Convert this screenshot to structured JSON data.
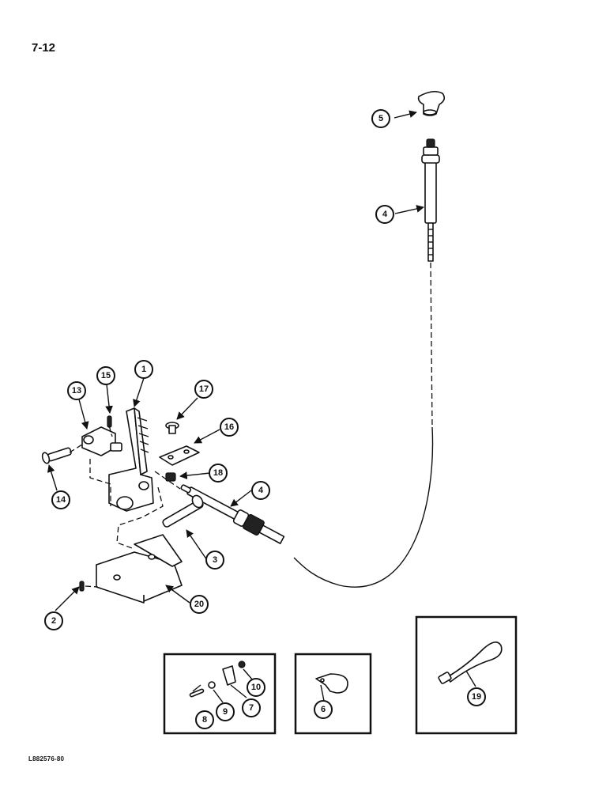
{
  "page": {
    "number": "7-12",
    "figure_code": "L882576-80"
  },
  "callouts": {
    "c1": "1",
    "c2": "2",
    "c3": "3",
    "c4a": "4",
    "c4b": "4",
    "c5": "5",
    "c6": "6",
    "c7": "7",
    "c8": "8",
    "c9": "9",
    "c10": "10",
    "c13": "13",
    "c14": "14",
    "c15": "15",
    "c16": "16",
    "c17": "17",
    "c18": "18",
    "c19": "19",
    "c20": "20"
  }
}
